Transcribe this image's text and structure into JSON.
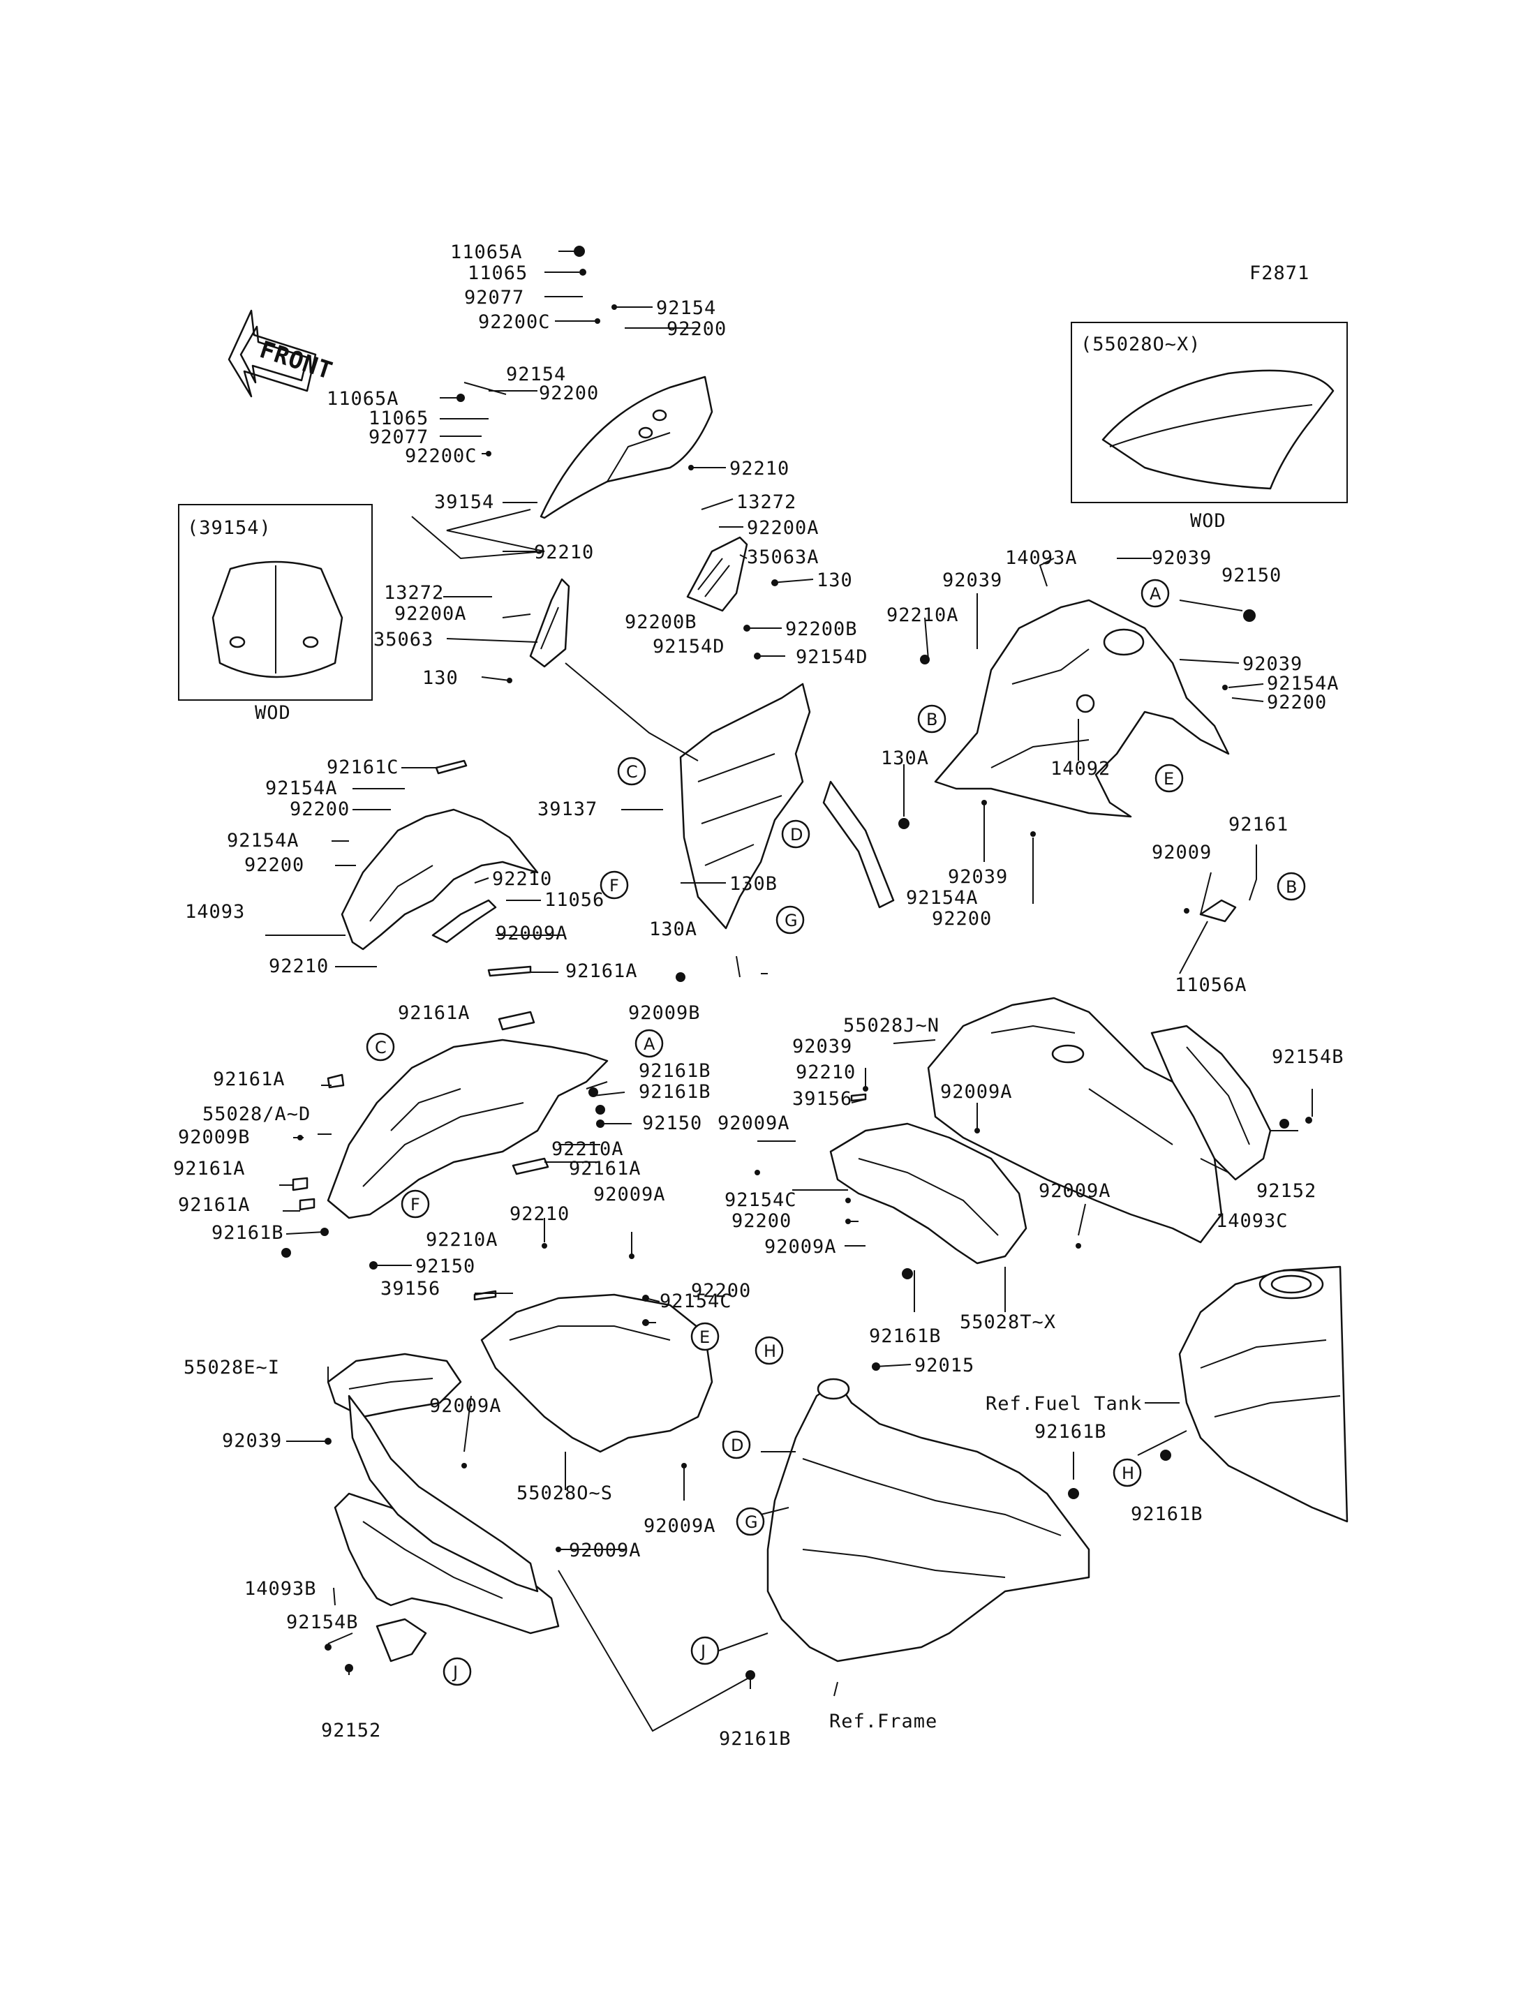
{
  "figure_code": "F2871",
  "front_label": "FRONT",
  "insets": [
    {
      "id": "inset-39154",
      "title": "(39154)",
      "variant": "WOD"
    },
    {
      "id": "inset-55028o-x",
      "title": "(55028O~X)",
      "variant": "WOD"
    }
  ],
  "labels": [
    "11065A",
    "11065",
    "92077",
    "92200C",
    "92154",
    "92200",
    "11065A",
    "11065",
    "92077",
    "92200C",
    "92154",
    "92200",
    "39154",
    "92210",
    "13272",
    "92200A",
    "35063A",
    "130",
    "92210",
    "13272",
    "92200A",
    "35063",
    "92200B",
    "92154D",
    "92200B",
    "92154D",
    "130",
    "14093A",
    "92039",
    "92150",
    "92039",
    "92210A",
    "92039",
    "92154A",
    "92200",
    "14092",
    "130A",
    "92039",
    "92154A",
    "92200",
    "92161",
    "92009",
    "11056A",
    "92161C",
    "92154A",
    "92200",
    "39137",
    "92154A",
    "92200",
    "92210",
    "11056",
    "14093",
    "92009A",
    "92210",
    "130B",
    "130A",
    "92161A",
    "92161A",
    "92009B",
    "92161A",
    "92161B",
    "92161B",
    "55028/A~D",
    "92150",
    "92009B",
    "92210A",
    "92161A",
    "92161A",
    "92161A",
    "92161B",
    "92210A",
    "92150",
    "55028J~N",
    "92039",
    "92210",
    "39156",
    "92009A",
    "92009A",
    "92154B",
    "92154C",
    "92200",
    "92009A",
    "92152",
    "14093C",
    "92009A",
    "92161B",
    "55028T~X",
    "92210",
    "92009A",
    "92154C",
    "92200",
    "39156",
    "55028E~I",
    "92009A",
    "92039",
    "55028O~S",
    "92009A",
    "92009A",
    "14093B",
    "92154B",
    "92152",
    "92015",
    "Ref.Fuel Tank",
    "92161B",
    "92161B",
    "Ref.Frame",
    "92161B"
  ],
  "markers": [
    "A",
    "B",
    "C",
    "D",
    "E",
    "F",
    "G",
    "H",
    "J"
  ],
  "marker_instances": [
    "A",
    "B",
    "C",
    "D",
    "F",
    "G",
    "C",
    "A",
    "F",
    "E",
    "H",
    "D",
    "G",
    "J",
    "H",
    "B",
    "E",
    "J"
  ]
}
